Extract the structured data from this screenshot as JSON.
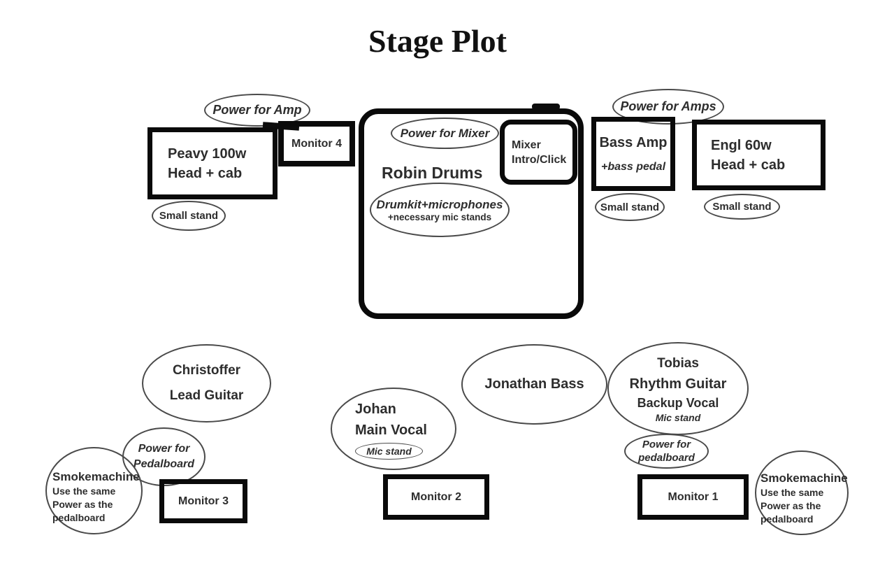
{
  "title": "Stage Plot",
  "colors": {
    "background": "#ffffff",
    "box_border": "#0a0a0a",
    "ellipse_stroke": "#4a4a4a",
    "text": "#2d2d2d"
  },
  "backline": {
    "power_for_amp": "Power for Amp",
    "peavy_amp": {
      "line1": "Peavy 100w",
      "line2": "Head + cab"
    },
    "monitor_4": "Monitor 4",
    "small_stand_peavy": "Small stand",
    "drum_riser": {
      "power_for_mixer": "Power for Mixer",
      "mixer": {
        "line1": "Mixer",
        "line2": "Intro/Click"
      },
      "player": "Robin Drums",
      "drumkit": {
        "line1": "Drumkit+microphones",
        "line2": "+necessary mic stands"
      }
    },
    "power_for_amps": "Power for Amps",
    "bass_amp": {
      "line1": "Bass Amp",
      "line2": "+bass pedal"
    },
    "engl_amp": {
      "line1": "Engl 60w",
      "line2": "Head + cab"
    },
    "small_stand_bass": "Small stand",
    "small_stand_engl": "Small stand"
  },
  "front_line": {
    "christoffer": {
      "line1": "Christoffer",
      "line2": "Lead Guitar"
    },
    "power_for_pedalboard_left": {
      "line1": "Power for",
      "line2": "Pedalboard"
    },
    "smokemachine_left": {
      "line1": "Smokemachine",
      "line2": "Use the same",
      "line3": "Power as the",
      "line4": "pedalboard"
    },
    "monitor_3": "Monitor 3",
    "johan": {
      "line1": "Johan",
      "line2": "Main Vocal",
      "mic_stand": "Mic stand"
    },
    "monitor_2": "Monitor 2",
    "jonathan": "Jonathan Bass",
    "tobias": {
      "line1": "Tobias",
      "line2": "Rhythm Guitar",
      "line3": "Backup Vocal",
      "line4": "Mic stand"
    },
    "power_for_pedalboard_right": {
      "line1": "Power for",
      "line2": "pedalboard"
    },
    "monitor_1": "Monitor 1",
    "smokemachine_right": {
      "line1": "Smokemachine",
      "line2": "Use the same",
      "line3": "Power as the",
      "line4": "pedalboard"
    }
  }
}
